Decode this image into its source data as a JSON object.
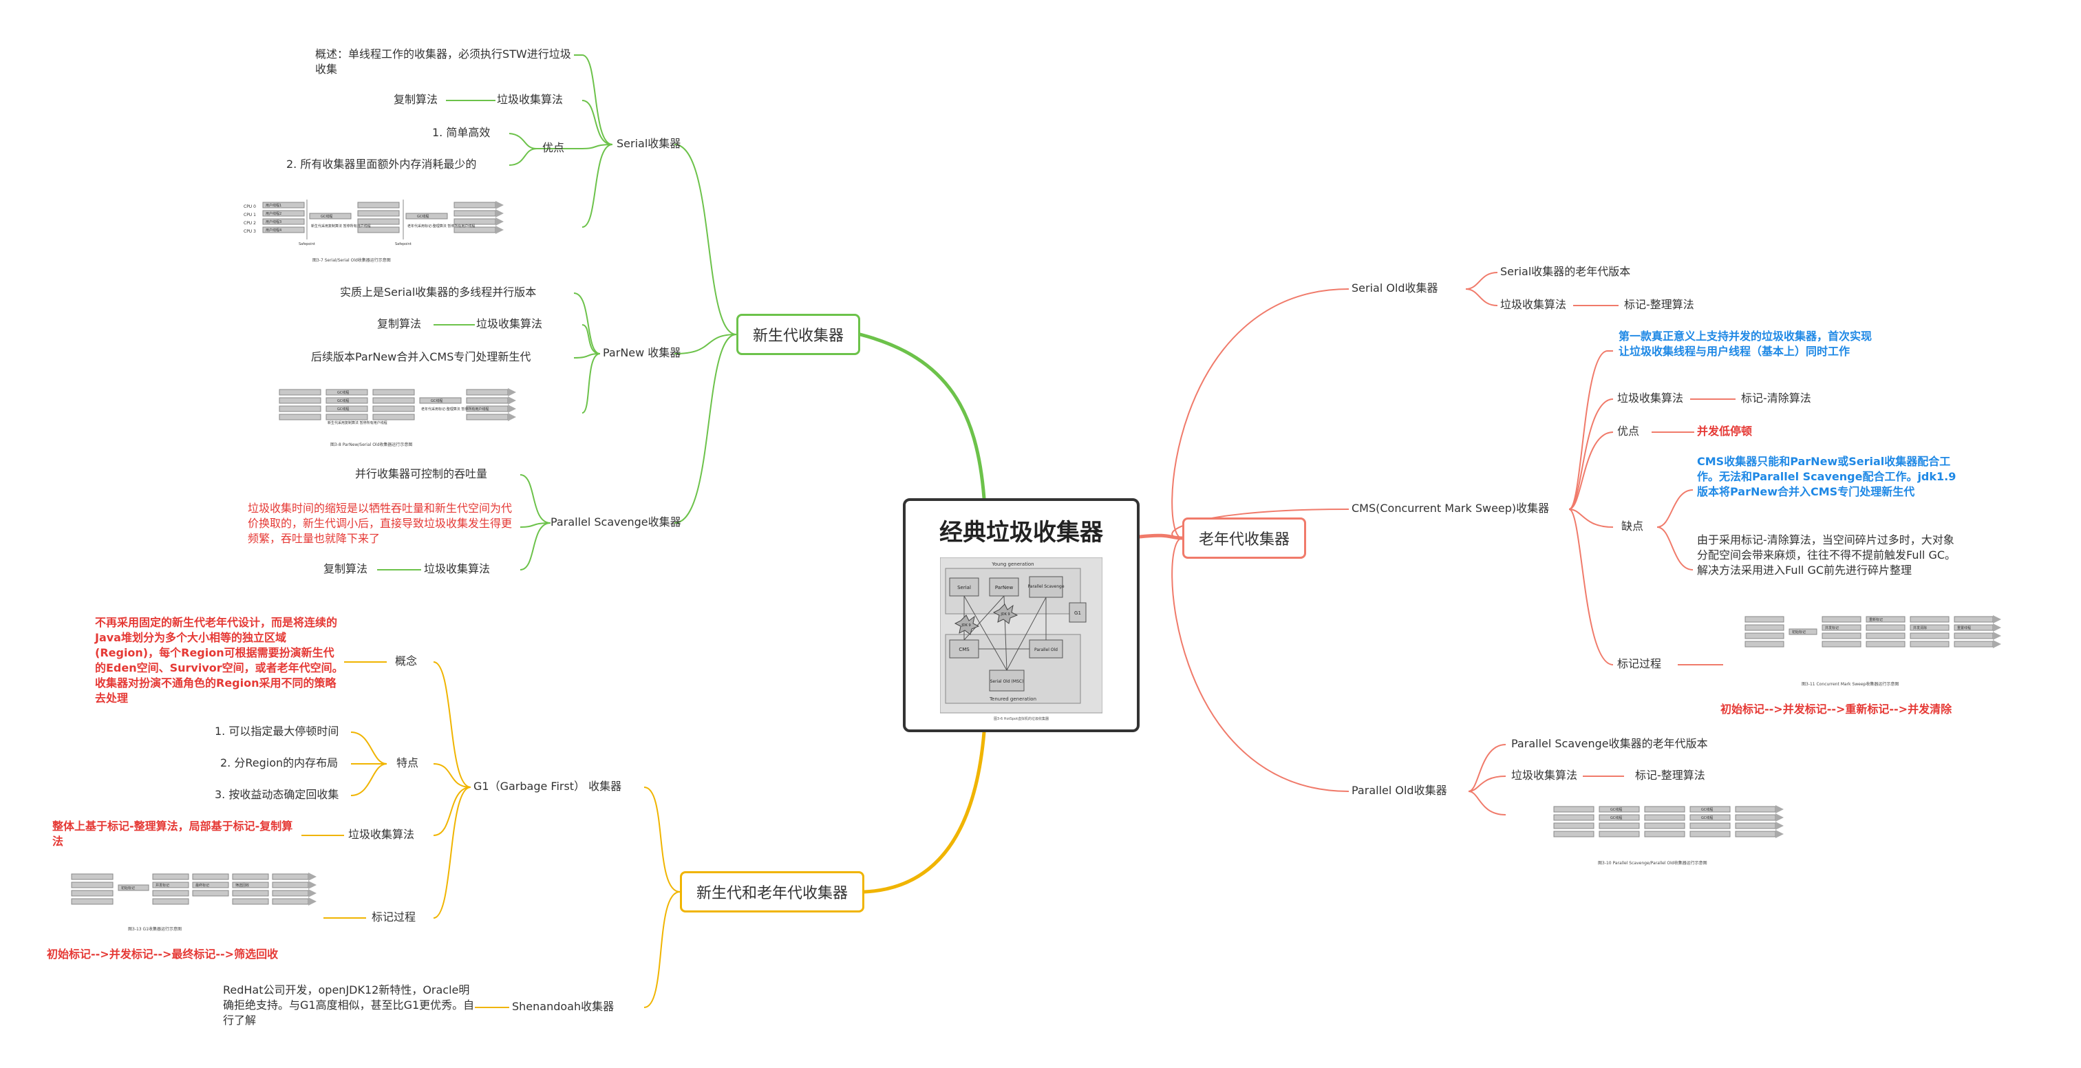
{
  "root": {
    "title": "经典垃圾收集器"
  },
  "colors": {
    "green": "#6cc24a",
    "orange": "#f0b400",
    "salmon": "#f07a6a",
    "red": "#e53935",
    "blue": "#1e88e5"
  },
  "root_figure": {
    "labels": {
      "young": "Young generation",
      "tenured": "Tenured generation",
      "serial": "Serial",
      "parnew": "ParNew",
      "ps": "Parallel Scavenge",
      "g1": "G1",
      "cms": "CMS",
      "serial_old": "Serial Old (MSC)",
      "parallel_old": "Parallel Old",
      "jdk9_a": "JDK 9",
      "jdk9_b": "JDK 9"
    },
    "caption": "图3-6 HotSpot虚拟机的垃圾收集器"
  },
  "young": {
    "title": "新生代收集器",
    "serial": {
      "name": "Serial收集器",
      "overview": "概述：单线程工作的收集器，必须执行STW进行垃圾收集",
      "algo_label": "垃圾收集算法",
      "algo_value": "复制算法",
      "pros_label": "优点",
      "pro1": "1. 简单高效",
      "pro2": "2. 所有收集器里面额外内存消耗最少的",
      "figure": {
        "caption": "图3-7 Serial/Serial Old收集器运行示意图",
        "cpus": [
          "CPU 0",
          "CPU 1",
          "CPU 2",
          "CPU 3"
        ],
        "user_threads": [
          "用户线程1",
          "用户线程2",
          "用户线程3",
          "用户线程4"
        ],
        "gc_thread": "GC线程",
        "gc_note_young": "新生代采用复制算法\n暂停所有用户线程",
        "gc_note_old": "老年代采用标记-整理算法\n暂停所有用户线程",
        "safepoint": "Safepoint"
      }
    },
    "parnew": {
      "name": "ParNew 收集器",
      "desc": "实质上是Serial收集器的多线程并行版本",
      "algo_label": "垃圾收集算法",
      "algo_value": "复制算法",
      "cms_note": "后续版本ParNew合并入CMS专门处理新生代",
      "figure": {
        "caption": "图3-8 ParNew/Serial Old收集器运行示意图",
        "gc_thread": "GC线程",
        "gc_note_young": "新生代采用复制算法\n暂停所有用户线程",
        "gc_note_old": "老年代采用标记-整理算法\n暂停所有用户线程"
      }
    },
    "ps": {
      "name": "Parallel Scavenge收集器",
      "feature": "并行收集器可控制的吞吐量",
      "note": "垃圾收集时间的缩短是以牺牲吞吐量和新生代空间为代价换取的，新生代调小后，直接导致垃圾收集发生得更频繁，吞吐量也就降下来了",
      "algo_label": "垃圾收集算法",
      "algo_value": "复制算法"
    }
  },
  "both": {
    "title": "新生代和老年代收集器",
    "g1": {
      "name": "G1（Garbage First） 收集器",
      "concept_label": "概念",
      "concept": "不再采用固定的新生代老年代设计，而是将连续的Java堆划分为多个大小相等的独立区域(Region)，每个Region可根据需要扮演新生代的Eden空间、Survivor空间，或者老年代空间。收集器对扮演不通角色的Region采用不同的策略去处理",
      "features_label": "特点",
      "f1": "1. 可以指定最大停顿时间",
      "f2": "2. 分Region的内存布局",
      "f3": "3. 按收益动态确定回收集",
      "algo_label": "垃圾收集算法",
      "algo_value": "整体上基于标记-整理算法，局部基于标记-复制算法",
      "process_label": "标记过程",
      "process_flow": "初始标记-->并发标记-->最终标记-->筛选回收",
      "figure": {
        "caption": "图3-13 G1收集器运行示意图",
        "phases": [
          "初始标记",
          "并发标记",
          "最终标记",
          "筛选回收"
        ]
      }
    },
    "shenandoah": {
      "name": "Shenandoah收集器",
      "desc": "RedHat公司开发，openJDK12新特性，Oracle明确拒绝支持。与G1高度相似，甚至比G1更优秀。自行了解"
    }
  },
  "old": {
    "title": "老年代收集器",
    "serial_old": {
      "name": "Serial Old收集器",
      "desc": "Serial收集器的老年代版本",
      "algo_label": "垃圾收集算法",
      "algo_value": "标记-整理算法"
    },
    "cms": {
      "name": "CMS(Concurrent Mark Sweep)收集器",
      "intro": "第一款真正意义上支持并发的垃圾收集器，首次实现让垃圾收集线程与用户线程（基本上）同时工作",
      "algo_label": "垃圾收集算法",
      "algo_value": "标记-清除算法",
      "pros_label": "优点",
      "pros_value": "并发低停顿",
      "cons_label": "缺点",
      "con1": "CMS收集器只能和ParNew或Serial收集器配合工作。无法和Parallel Scavenge配合工作。jdk1.9版本将ParNew合并入CMS专门处理新生代",
      "con2": "由于采用标记-清除算法，当空间碎片过多时，大对象分配空间会带来麻烦，往往不得不提前触发Full GC。解决方法采用进入Full GC前先进行碎片整理",
      "process_label": "标记过程",
      "process_flow": "初始标记-->并发标记-->重新标记-->并发清除",
      "figure": {
        "caption": "图3-11 Concurrent Mark Sweep收集器运行示意图",
        "phases": [
          "初始标记",
          "并发标记",
          "重新标记",
          "并发清除",
          "重置线程"
        ]
      }
    },
    "parallel_old": {
      "name": "Parallel Old收集器",
      "desc": "Parallel Scavenge收集器的老年代版本",
      "algo_label": "垃圾收集算法",
      "algo_value": "标记-整理算法",
      "figure": {
        "caption": "图3-10 Parallel Scavenge/Parallel Old收集器运行示意图",
        "gc_thread": "GC线程"
      }
    }
  }
}
